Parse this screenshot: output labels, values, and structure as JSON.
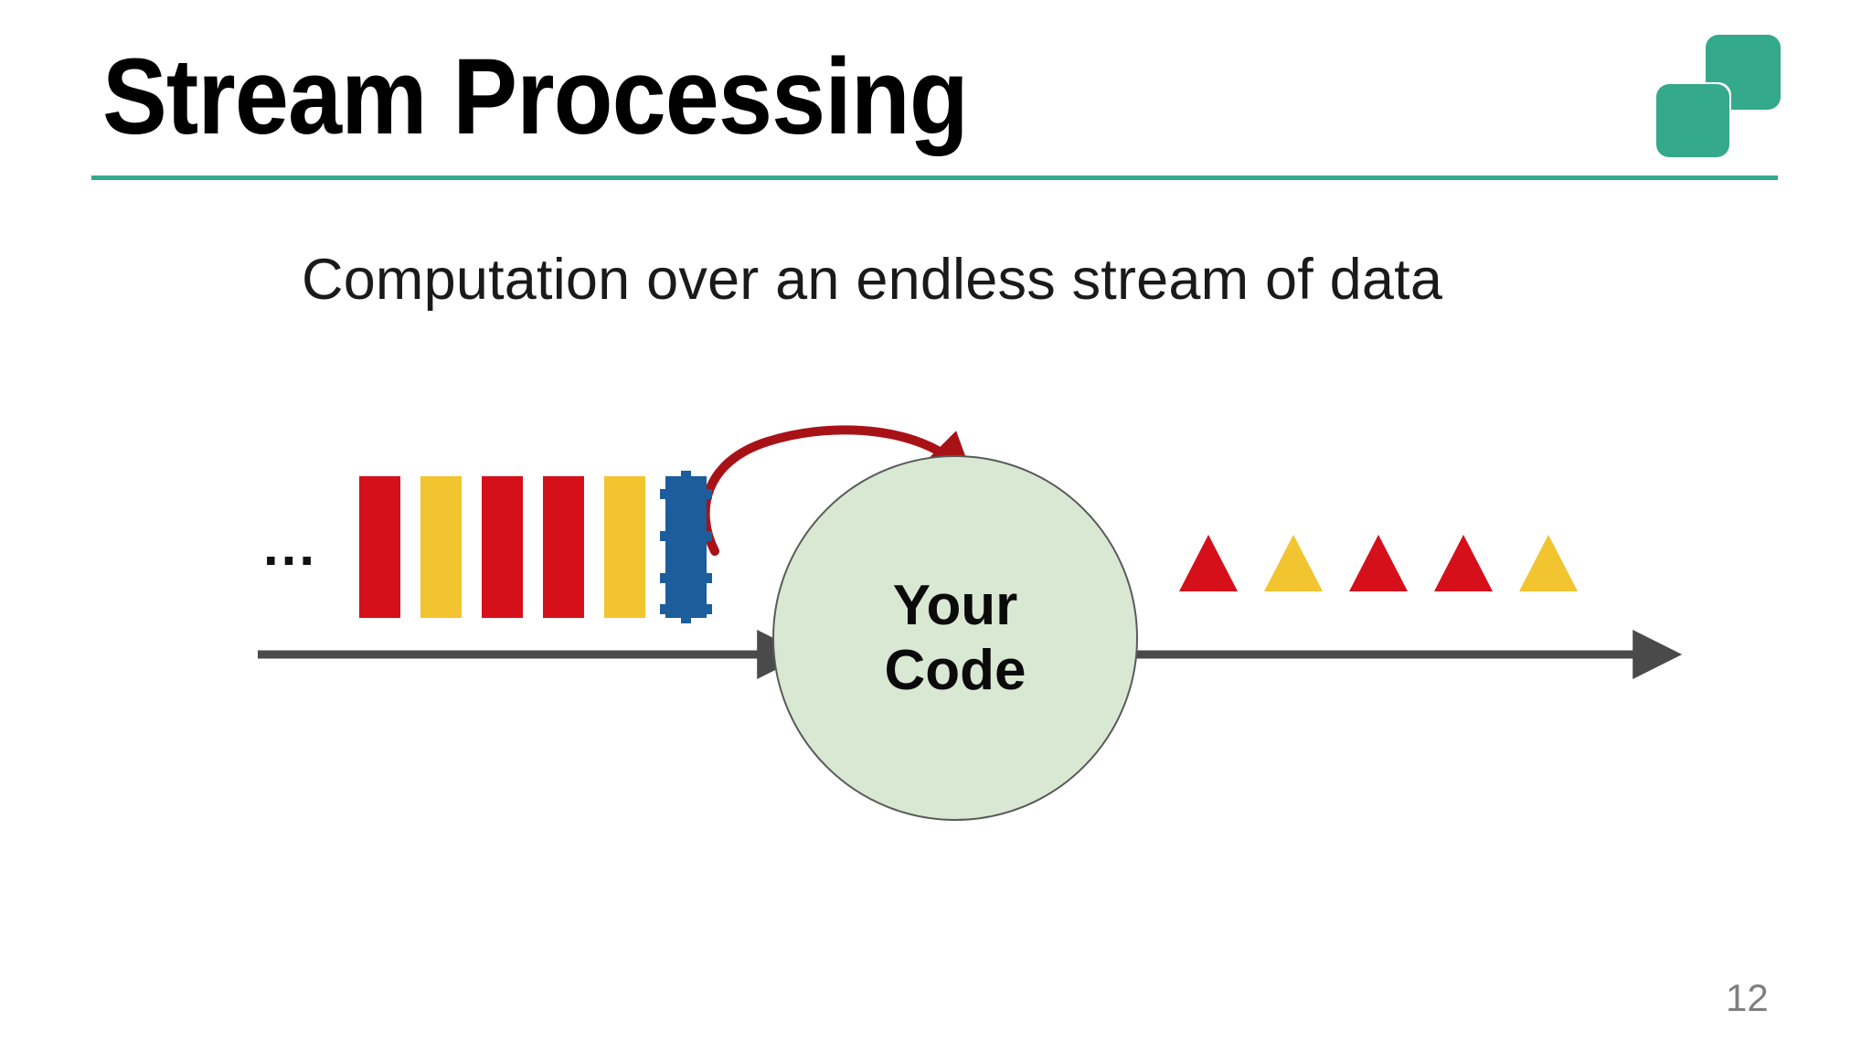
{
  "slide": {
    "title": "Stream Processing",
    "subtitle": "Computation over an endless stream of data",
    "page_number": "12",
    "background_color": "#ffffff",
    "accent_color": "#35a98b",
    "rule_color": "#35a98b"
  },
  "logo": {
    "name": "two-overlapping-rounded-squares-logo",
    "color": "#35a98b",
    "squares": [
      "large-top-right",
      "small-bottom-left"
    ]
  },
  "diagram": {
    "name": "stream-processing-pipeline",
    "ellipsis": "...",
    "input_stream": {
      "label": "input-event-stream",
      "items": [
        {
          "shape": "bar",
          "color": "#d5101a",
          "color_name": "red",
          "selected": false
        },
        {
          "shape": "bar",
          "color": "#f2c430",
          "color_name": "yellow",
          "selected": false
        },
        {
          "shape": "bar",
          "color": "#d5101a",
          "color_name": "red",
          "selected": false
        },
        {
          "shape": "bar",
          "color": "#d5101a",
          "color_name": "red",
          "selected": false
        },
        {
          "shape": "bar",
          "color": "#f2c430",
          "color_name": "yellow",
          "selected": false
        },
        {
          "shape": "bar",
          "color": "#1c5d9b",
          "color_name": "blue",
          "selected": true
        }
      ]
    },
    "processor": {
      "label_line1": "Your",
      "label_line2": "Code",
      "fill_color": "#d9e8d2",
      "border_color": "#5a5a5a"
    },
    "output_stream": {
      "label": "output-event-stream",
      "items": [
        {
          "shape": "triangle",
          "color": "#d5101a",
          "color_name": "red"
        },
        {
          "shape": "triangle",
          "color": "#f2c430",
          "color_name": "yellow"
        },
        {
          "shape": "triangle",
          "color": "#d5101a",
          "color_name": "red"
        },
        {
          "shape": "triangle",
          "color": "#d5101a",
          "color_name": "red"
        },
        {
          "shape": "triangle",
          "color": "#f2c430",
          "color_name": "yellow"
        }
      ]
    },
    "arrows": {
      "inflow_color": "#4a4a4a",
      "outflow_color": "#4a4a4a",
      "curved_arrow_color": "#a81217"
    }
  }
}
